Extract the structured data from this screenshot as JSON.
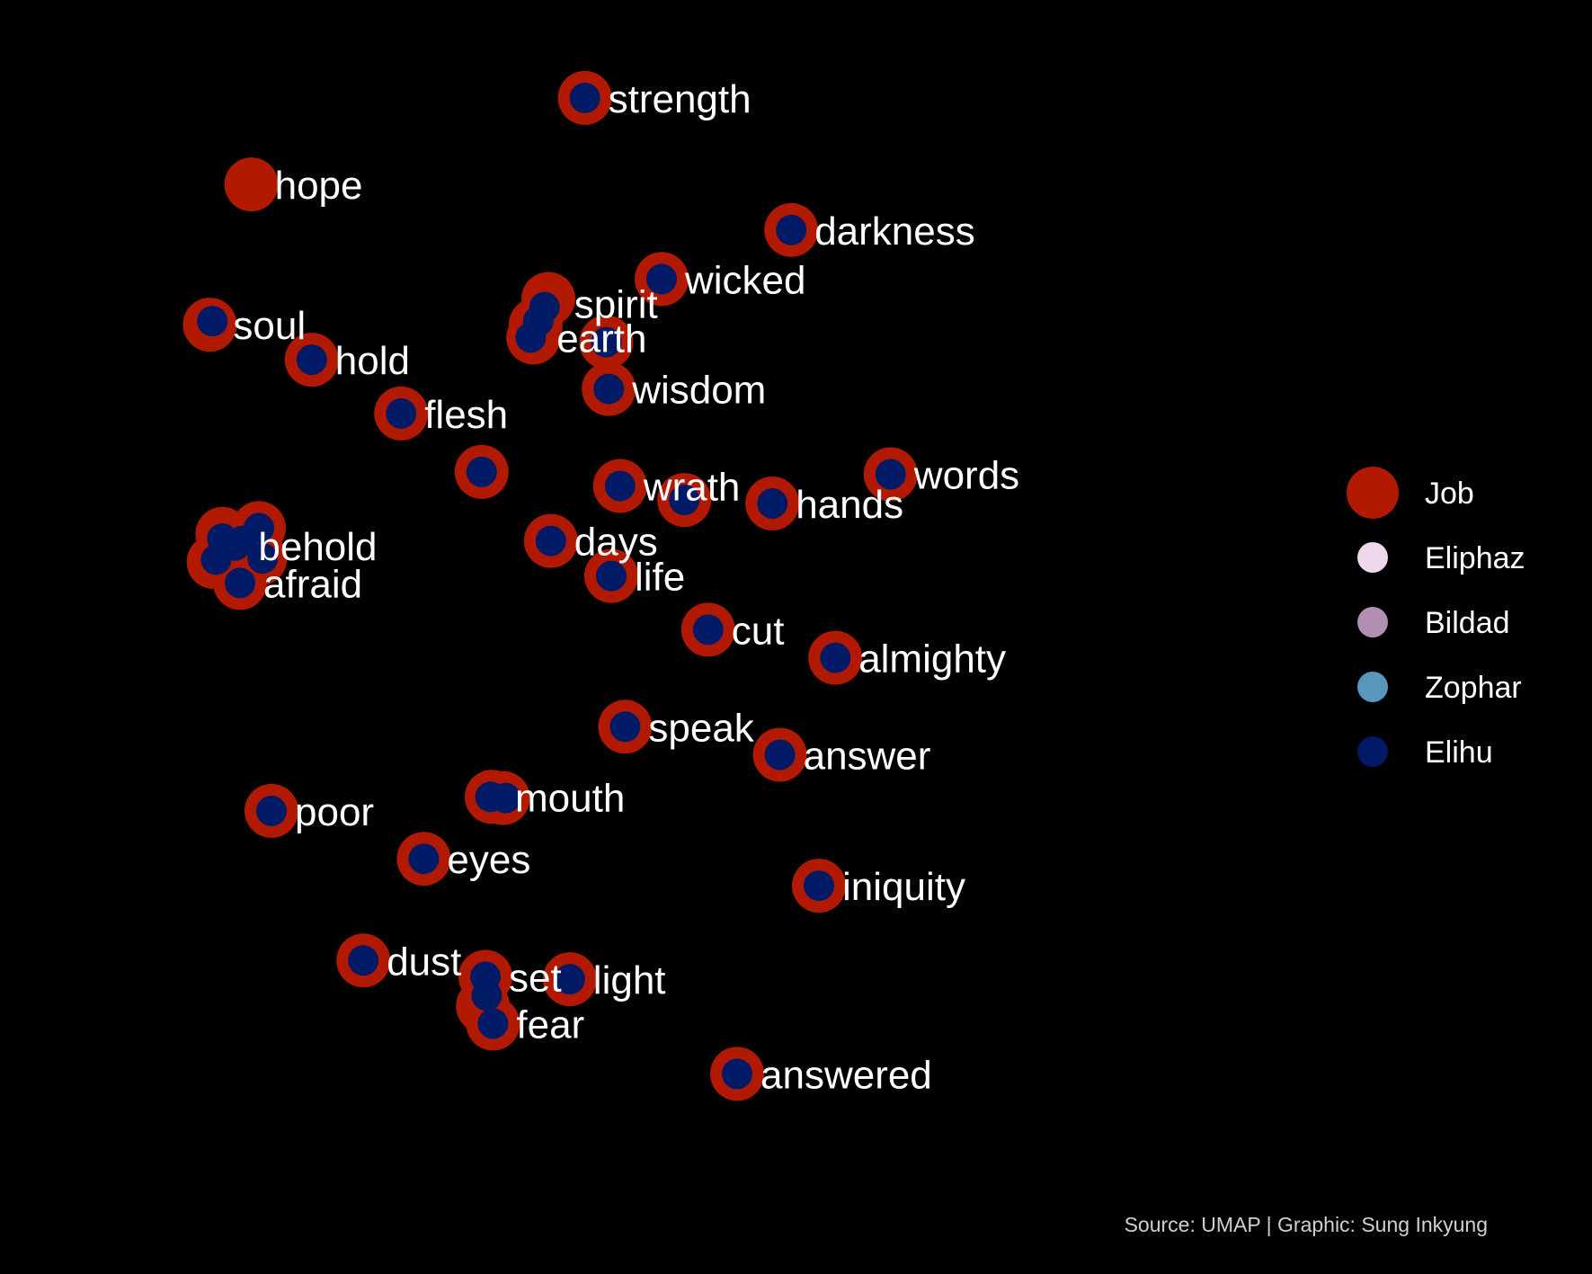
{
  "chart_data": {
    "type": "scatter",
    "title": "",
    "xlabel": "",
    "ylabel": "",
    "grid": false,
    "axes_visible": false,
    "xlim": [
      0,
      100
    ],
    "ylim": [
      0,
      100
    ],
    "legend_position": "right",
    "caption": "Source: UMAP | Graphic: Sung Inkyung",
    "series": [
      {
        "name": "Job",
        "color": "#B11A00"
      },
      {
        "name": "Eliphaz",
        "color": "#EED9EC"
      },
      {
        "name": "Bildad",
        "color": "#B28FB0"
      },
      {
        "name": "Zophar",
        "color": "#5996BC"
      },
      {
        "name": "Elihu",
        "color": "#001A66"
      }
    ],
    "words": [
      {
        "label": "strength",
        "x": 37.9,
        "y": 94.7,
        "job": [
          [
            37.9,
            94.7
          ]
        ],
        "elihu": [
          [
            37.9,
            94.7
          ]
        ]
      },
      {
        "label": "hope",
        "x": 11.4,
        "y": 87.3,
        "job": [
          [
            11.4,
            87.3
          ]
        ],
        "elihu": []
      },
      {
        "label": "darkness",
        "x": 54.3,
        "y": 83.4,
        "job": [
          [
            54.3,
            83.4
          ]
        ],
        "elihu": [
          [
            54.3,
            83.4
          ]
        ]
      },
      {
        "label": "wicked",
        "x": 44.0,
        "y": 79.2,
        "job": [
          [
            44.0,
            79.2
          ]
        ],
        "elihu": [
          [
            44.0,
            79.2
          ]
        ]
      },
      {
        "label": "soul",
        "x": 8.1,
        "y": 75.3,
        "job": [
          [
            8.1,
            75.3
          ]
        ],
        "elihu": [
          [
            8.3,
            75.6
          ]
        ]
      },
      {
        "label": "spirit",
        "x": 35.2,
        "y": 77.1,
        "job": [
          [
            35.0,
            77.5
          ],
          [
            34.0,
            75.3
          ]
        ],
        "elihu": [
          [
            34.7,
            76.8
          ],
          [
            34.2,
            75.6
          ]
        ]
      },
      {
        "label": "earth",
        "x": 33.8,
        "y": 74.2,
        "job": [
          [
            33.8,
            74.2
          ],
          [
            39.6,
            73.8
          ]
        ],
        "elihu": [
          [
            33.6,
            74.2
          ],
          [
            39.6,
            73.8
          ]
        ]
      },
      {
        "label": "hold",
        "x": 16.2,
        "y": 72.3,
        "job": [
          [
            16.2,
            72.3
          ]
        ],
        "elihu": [
          [
            16.2,
            72.3
          ]
        ]
      },
      {
        "label": "wisdom",
        "x": 39.8,
        "y": 69.8,
        "job": [
          [
            39.8,
            69.8
          ]
        ],
        "elihu": [
          [
            39.8,
            69.8
          ]
        ]
      },
      {
        "label": "flesh",
        "x": 23.3,
        "y": 67.7,
        "job": [
          [
            23.3,
            67.7
          ]
        ],
        "elihu": [
          [
            23.3,
            67.7
          ]
        ]
      },
      {
        "label": "words",
        "x": 62.2,
        "y": 62.5,
        "job": [
          [
            62.2,
            62.5
          ]
        ],
        "elihu": [
          [
            62.2,
            62.5
          ]
        ]
      },
      {
        "label": "",
        "x": 29.7,
        "y": 62.7,
        "job": [
          [
            29.7,
            62.7
          ]
        ],
        "elihu": [
          [
            29.7,
            62.7
          ]
        ]
      },
      {
        "label": "wrath",
        "x": 40.7,
        "y": 61.5,
        "job": [
          [
            40.7,
            61.5
          ],
          [
            45.8,
            60.3
          ]
        ],
        "elihu": [
          [
            40.7,
            61.5
          ],
          [
            45.8,
            60.3
          ]
        ]
      },
      {
        "label": "hands",
        "x": 52.8,
        "y": 60.0,
        "job": [
          [
            52.8,
            60.0
          ]
        ],
        "elihu": [
          [
            52.8,
            60.0
          ]
        ]
      },
      {
        "label": "days",
        "x": 35.2,
        "y": 56.8,
        "job": [
          [
            35.2,
            56.8
          ]
        ],
        "elihu": [
          [
            35.2,
            56.8
          ]
        ]
      },
      {
        "label": "behold",
        "x": 10.1,
        "y": 56.4,
        "job": [
          [
            9.1,
            57.4
          ],
          [
            12.0,
            57.9
          ],
          [
            8.4,
            55.0
          ],
          [
            10.1,
            56.4
          ],
          [
            12.1,
            55.3
          ]
        ],
        "elihu": [
          [
            9.1,
            57.0
          ],
          [
            12.0,
            57.9
          ],
          [
            8.6,
            55.2
          ],
          [
            10.1,
            56.4
          ],
          [
            12.3,
            55.3
          ],
          [
            10.7,
            56.8
          ]
        ]
      },
      {
        "label": "afraid",
        "x": 10.5,
        "y": 53.2,
        "job": [
          [
            10.5,
            53.2
          ]
        ],
        "elihu": [
          [
            10.5,
            53.2
          ]
        ]
      },
      {
        "label": "life",
        "x": 40.0,
        "y": 53.8,
        "job": [
          [
            40.0,
            53.8
          ]
        ],
        "elihu": [
          [
            40.0,
            53.8
          ]
        ]
      },
      {
        "label": "cut",
        "x": 47.7,
        "y": 49.2,
        "job": [
          [
            47.7,
            49.2
          ]
        ],
        "elihu": [
          [
            47.7,
            49.2
          ]
        ]
      },
      {
        "label": "almighty",
        "x": 57.8,
        "y": 46.8,
        "job": [
          [
            57.8,
            46.8
          ]
        ],
        "elihu": [
          [
            57.8,
            46.8
          ]
        ]
      },
      {
        "label": "speak",
        "x": 41.1,
        "y": 40.9,
        "job": [
          [
            41.1,
            40.9
          ]
        ],
        "elihu": [
          [
            41.1,
            40.9
          ]
        ]
      },
      {
        "label": "answer",
        "x": 53.4,
        "y": 38.5,
        "job": [
          [
            53.4,
            38.5
          ]
        ],
        "elihu": [
          [
            53.4,
            38.5
          ]
        ]
      },
      {
        "label": "mouth",
        "x": 30.5,
        "y": 34.9,
        "job": [
          [
            30.5,
            34.9
          ],
          [
            31.4,
            34.8
          ]
        ],
        "elihu": [
          [
            30.4,
            34.9
          ],
          [
            31.6,
            34.8
          ]
        ]
      },
      {
        "label": "poor",
        "x": 13.0,
        "y": 33.7,
        "job": [
          [
            13.0,
            33.7
          ]
        ],
        "elihu": [
          [
            13.0,
            33.7
          ]
        ]
      },
      {
        "label": "eyes",
        "x": 25.1,
        "y": 29.6,
        "job": [
          [
            25.1,
            29.6
          ]
        ],
        "elihu": [
          [
            25.1,
            29.6
          ]
        ]
      },
      {
        "label": "iniquity",
        "x": 56.5,
        "y": 27.3,
        "job": [
          [
            56.5,
            27.3
          ]
        ],
        "elihu": [
          [
            56.5,
            27.3
          ]
        ]
      },
      {
        "label": "dust",
        "x": 20.3,
        "y": 20.9,
        "job": [
          [
            20.3,
            20.9
          ]
        ],
        "elihu": [
          [
            20.3,
            20.9
          ]
        ]
      },
      {
        "label": "set",
        "x": 30.0,
        "y": 19.5,
        "job": [
          [
            30.0,
            19.5
          ],
          [
            29.8,
            17.0
          ]
        ],
        "elihu": [
          [
            30.0,
            19.5
          ],
          [
            30.1,
            17.9
          ]
        ]
      },
      {
        "label": "light",
        "x": 36.7,
        "y": 19.3,
        "job": [
          [
            36.7,
            19.3
          ]
        ],
        "elihu": [
          [
            36.7,
            19.3
          ]
        ]
      },
      {
        "label": "fear",
        "x": 30.6,
        "y": 15.5,
        "job": [
          [
            30.6,
            15.5
          ]
        ],
        "elihu": [
          [
            30.6,
            15.5
          ]
        ]
      },
      {
        "label": "answered",
        "x": 50.0,
        "y": 11.2,
        "job": [
          [
            50.0,
            11.2
          ]
        ],
        "elihu": [
          [
            50.0,
            11.2
          ]
        ]
      }
    ]
  }
}
